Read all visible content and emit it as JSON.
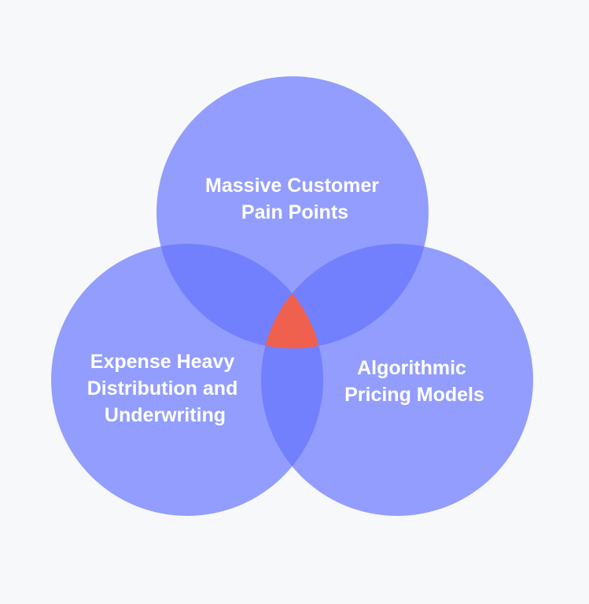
{
  "diagram": {
    "circles": [
      {
        "id": "top",
        "lines": [
          "Massive Customer",
          "Pain Points"
        ]
      },
      {
        "id": "left",
        "lines": [
          "Expense Heavy",
          "Distribution and",
          "Underwriting"
        ]
      },
      {
        "id": "right",
        "lines": [
          "Algorithmic",
          "Pricing Models"
        ]
      }
    ]
  },
  "colors": {
    "background": "#f7f8fa",
    "circle": "#929dfd",
    "overlap": "#7380fd",
    "center": "#f0604e"
  }
}
